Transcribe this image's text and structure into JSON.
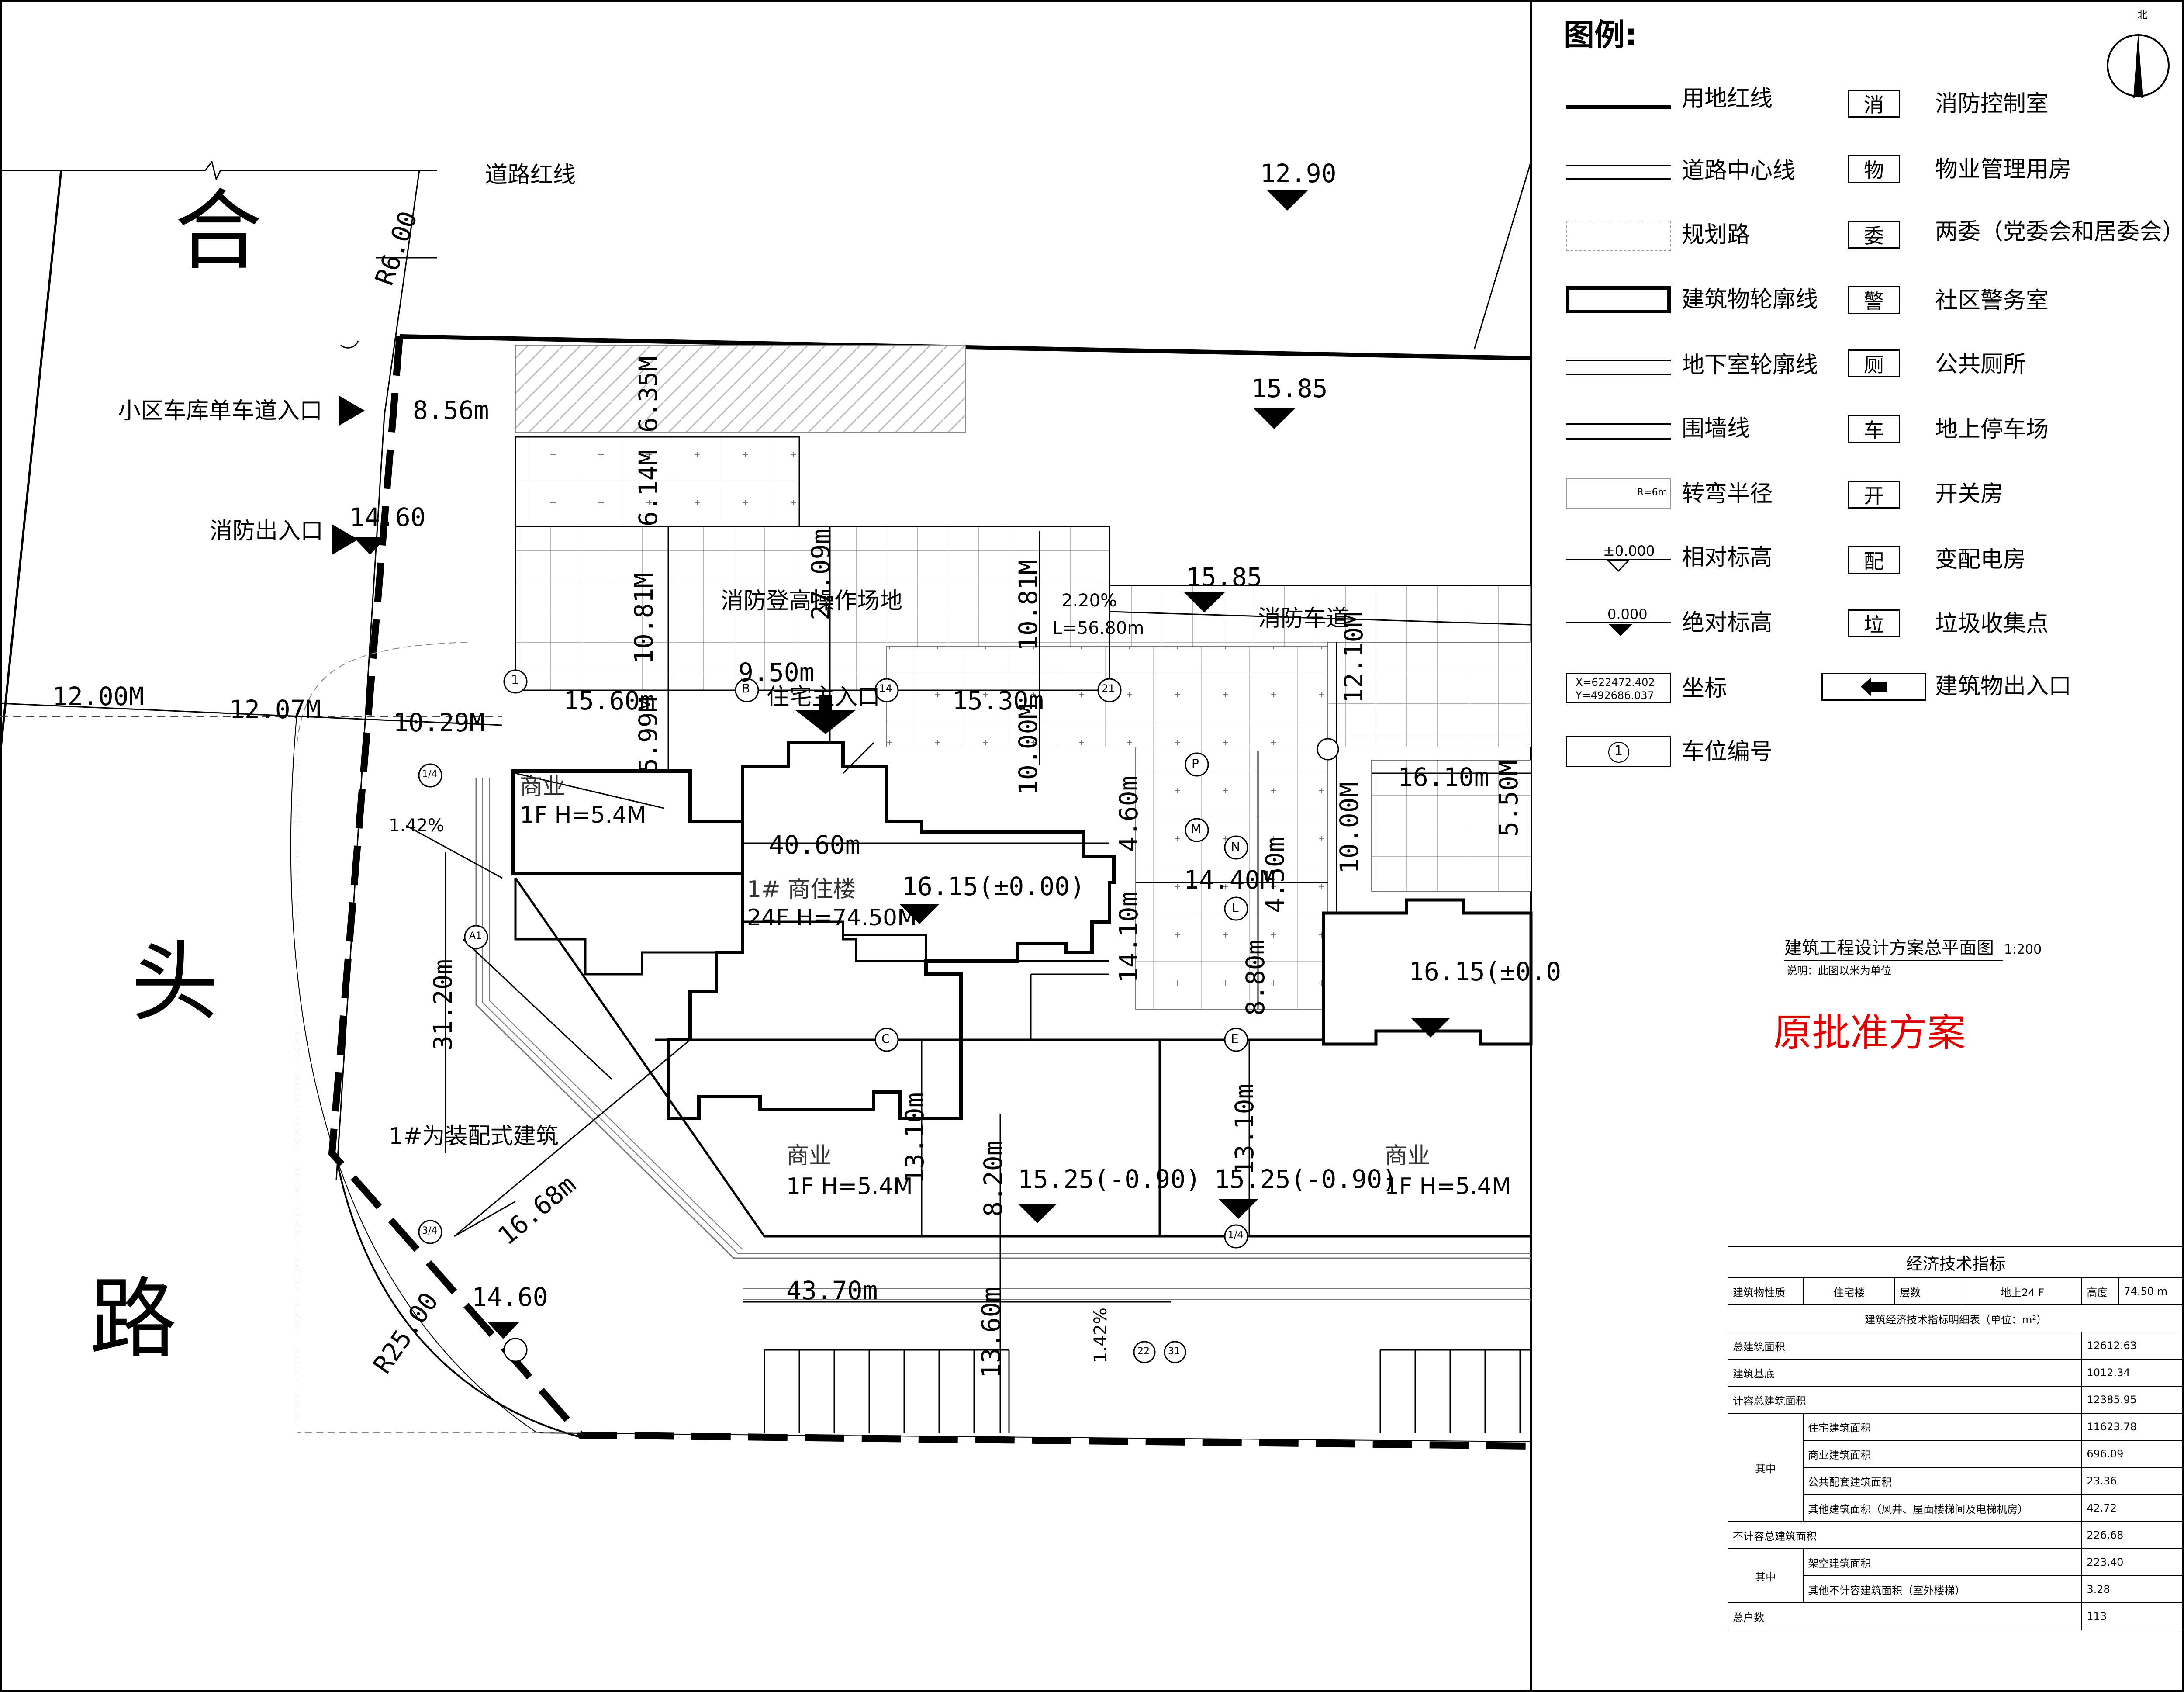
{
  "road": {
    "chars": [
      "合",
      "头",
      "路"
    ],
    "red_line_label": "道路红线"
  },
  "plan_labels": {
    "car_entry": "小区车库单车道入口",
    "fire_exit": "消防出入口",
    "fire_area": "消防登高操作场地",
    "fire_lane": "消防车道",
    "main_entry": "住宅主入口",
    "shop_a": "商业",
    "shop_a_spec": "1F H=5.4M",
    "shop_b": "商业",
    "shop_b_spec": "1F H=5.4M",
    "shop_c": "商业",
    "shop_c_spec": "1F H=5.4M",
    "building_1": "1# 商住楼",
    "building_1_spec": "24F H=74.50M",
    "prefab_note": "1#为装配式建筑",
    "slope": "2.20%",
    "slope_length": "L=56.80m",
    "slope_left": "1.42%",
    "slope_bottom": "1.42%"
  },
  "elevations": {
    "e1": "12.90",
    "e2": "15.85",
    "e3": "15.85",
    "e4": "14.60",
    "e5": "14.60",
    "e6": "16.15(±0.00)",
    "e7": "16.15(±0.0",
    "e8": "15.25(-0.90)",
    "e9": "15.25(-0.90)"
  },
  "dimensions": {
    "r6": "R6.00",
    "d856": "8.56m",
    "d635": "6.35M",
    "d614": "6.14M",
    "d2709": "27.09m",
    "d1081a": "10.81M",
    "d1081b": "10.81M",
    "d1200": "12.00M",
    "d1207": "12.07M",
    "d1029": "10.29M",
    "d1560": "15.60m",
    "d599": "5.99M",
    "d950": "9.50m",
    "d1530": "15.30m",
    "d1000a": "10.00M",
    "d1210": "12.10M",
    "d1610": "16.10m",
    "d550": "5.50M",
    "d1000b": "10.00M",
    "d460a": "4.60m",
    "d4060": "40.60m",
    "d1440": "14.40M",
    "d450": "4.50m",
    "d1410": "14.10m",
    "d880": "8.80m",
    "d3120": "31.20m",
    "d1310a": "13.10m",
    "d820": "8.20m",
    "d1310b": "13.10m",
    "d1668": "16.68m",
    "d4370": "43.70m",
    "d1360": "13.60m",
    "r25": "R25.00"
  },
  "axis_marks": [
    "1",
    "B",
    "14",
    "21",
    "P",
    "M",
    "N",
    "L",
    "1/4",
    "A1",
    "C",
    "E",
    "3/4",
    "1/4",
    "22",
    "31"
  ],
  "legend": {
    "title": "图例:",
    "left": [
      {
        "label": "用地红线"
      },
      {
        "label": "道路中心线"
      },
      {
        "label": "规划路"
      },
      {
        "label": "建筑物轮廓线"
      },
      {
        "label": "地下室轮廓线"
      },
      {
        "label": "围墙线"
      },
      {
        "label": "转弯半径",
        "tag": "R=6m"
      },
      {
        "label": "相对标高",
        "tag": "±0.000"
      },
      {
        "label": "绝对标高",
        "tag": "0.000"
      },
      {
        "label": "坐标",
        "tag": "X=622472.402",
        "tag2": "Y=492686.037"
      },
      {
        "label": "车位编号",
        "tag": "1"
      }
    ],
    "right": [
      {
        "box": "消",
        "label": "消防控制室"
      },
      {
        "box": "物",
        "label": "物业管理用房"
      },
      {
        "box": "委",
        "label": "两委（党委会和居委会）"
      },
      {
        "box": "警",
        "label": "社区警务室"
      },
      {
        "box": "厕",
        "label": "公共厕所"
      },
      {
        "box": "车",
        "label": "地上停车场"
      },
      {
        "box": "开",
        "label": "开关房"
      },
      {
        "box": "配",
        "label": "变配电房"
      },
      {
        "box": "垃",
        "label": "垃圾收集点"
      },
      {
        "box": "",
        "label": "建筑物出入口"
      }
    ],
    "north": "北"
  },
  "drawing": {
    "title": "建筑工程设计方案总平面图",
    "scale": "1:200",
    "note": "说明：此图以米为单位",
    "stamp": "原批准方案"
  },
  "table": {
    "title": "经济技术指标",
    "row1": [
      "建筑物性质",
      "住宅楼",
      "层数",
      "地上24 F",
      "高度",
      "74.50 m"
    ],
    "subtitle": "建筑经济技术指标明细表（单位：m²）",
    "rows": [
      {
        "name": "总建筑面积",
        "value": "12612.63"
      },
      {
        "name": "建筑基底",
        "value": "1012.34"
      },
      {
        "name": "计容总建筑面积",
        "value": "12385.95"
      }
    ],
    "group1_label": "其中",
    "group1": [
      {
        "name": "住宅建筑面积",
        "value": "11623.78"
      },
      {
        "name": "商业建筑面积",
        "value": "696.09"
      },
      {
        "name": "公共配套建筑面积",
        "value": "23.36"
      },
      {
        "name": "其他建筑面积（风井、屋面楼梯间及电梯机房）",
        "value": "42.72"
      }
    ],
    "row_noncount": {
      "name": "不计容总建筑面积",
      "value": "226.68"
    },
    "group2_label": "其中",
    "group2": [
      {
        "name": "架空建筑面积",
        "value": "223.40"
      },
      {
        "name": "其他不计容建筑面积（室外楼梯）",
        "value": "3.28"
      }
    ],
    "row_households": {
      "name": "总户数",
      "value": "113"
    }
  },
  "colors": {
    "stamp": "#e00000",
    "line": "#000000",
    "grid": "#9a9a9a"
  }
}
